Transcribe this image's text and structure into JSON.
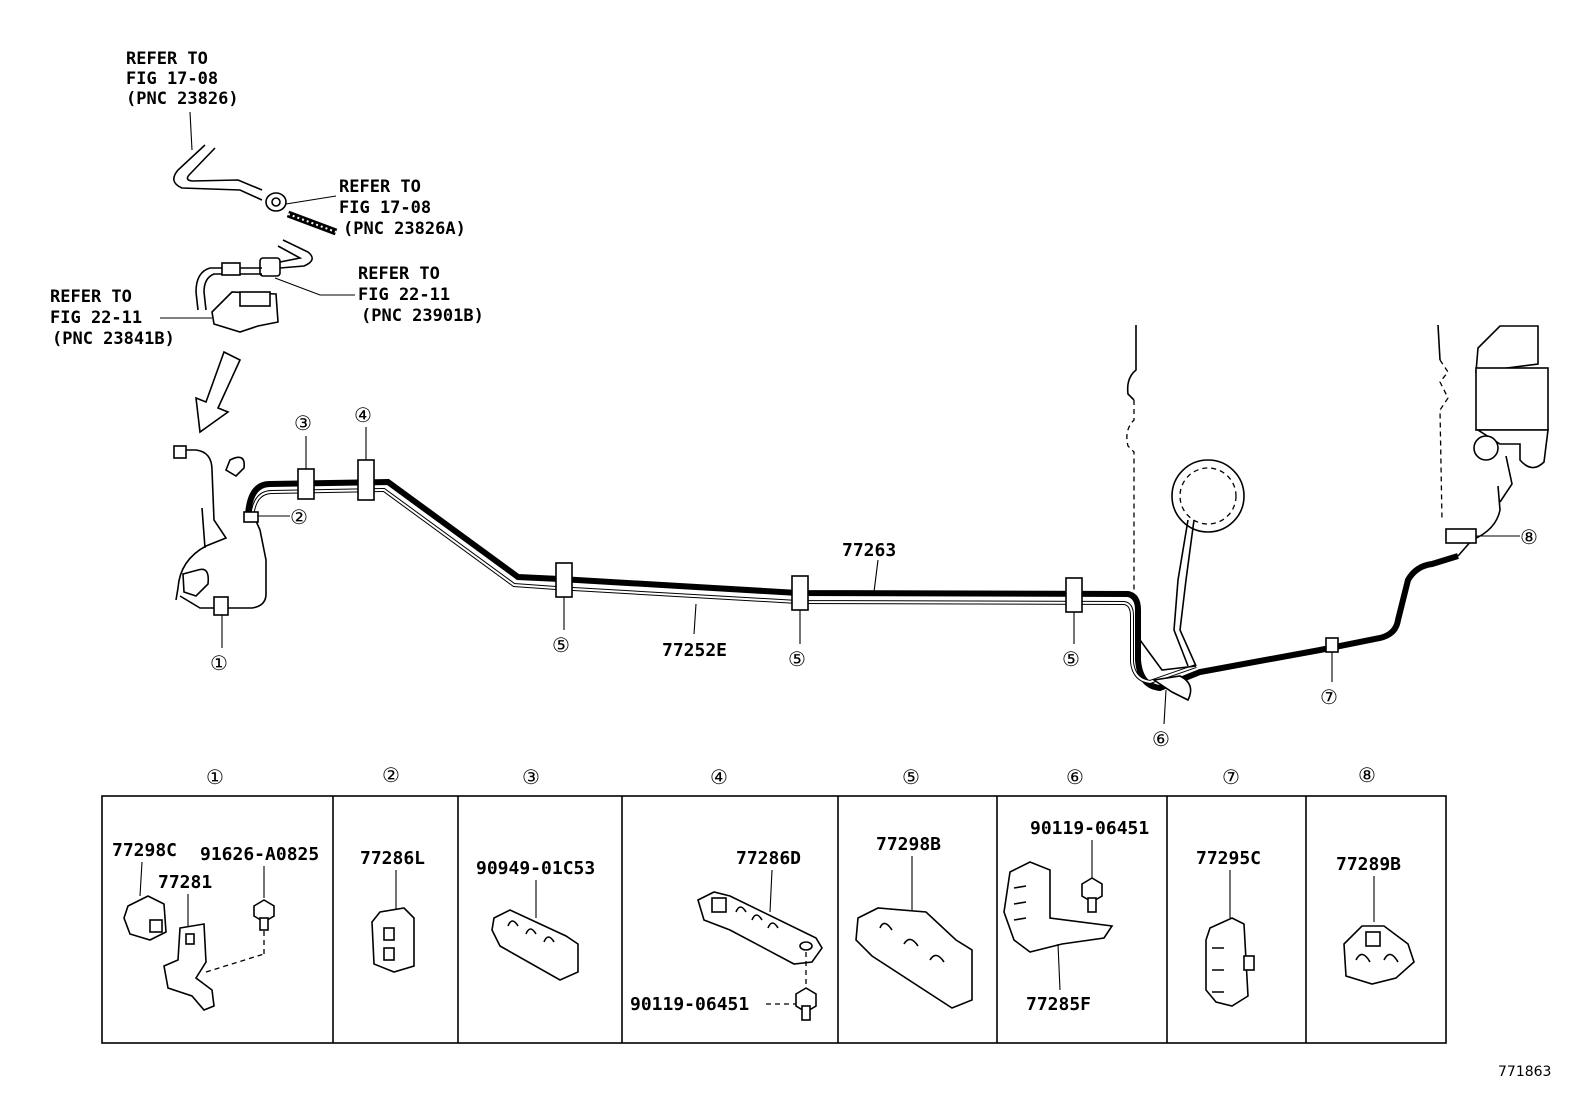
{
  "refer_notes": {
    "r1": [
      "REFER TO",
      "FIG 17-08",
      "(PNC 23826)"
    ],
    "r2": [
      "REFER TO",
      "FIG 17-08",
      "(PNC 23826A)"
    ],
    "r3": [
      "REFER TO",
      "FIG 22-11",
      "(PNC 23901B)"
    ],
    "r4": [
      "REFER TO",
      "FIG 22-11",
      "(PNC 23841B)"
    ]
  },
  "main_parts": {
    "fuel_tube": "77263",
    "return_tube": "77252E"
  },
  "callouts": [
    "①",
    "②",
    "③",
    "④",
    "⑤",
    "⑥",
    "⑦",
    "⑧"
  ],
  "detail_panels": [
    {
      "number": "①",
      "parts": [
        "77298C",
        "91626-A0825",
        "77281"
      ]
    },
    {
      "number": "②",
      "parts": [
        "77286L"
      ]
    },
    {
      "number": "③",
      "parts": [
        "90949-01C53"
      ]
    },
    {
      "number": "④",
      "parts": [
        "77286D",
        "90119-06451"
      ]
    },
    {
      "number": "⑤",
      "parts": [
        "77298B"
      ]
    },
    {
      "number": "⑥",
      "parts": [
        "90119-06451",
        "77285F"
      ]
    },
    {
      "number": "⑦",
      "parts": [
        "77295C"
      ]
    },
    {
      "number": "⑧",
      "parts": [
        "77289B"
      ]
    }
  ],
  "figure_id": "771863"
}
